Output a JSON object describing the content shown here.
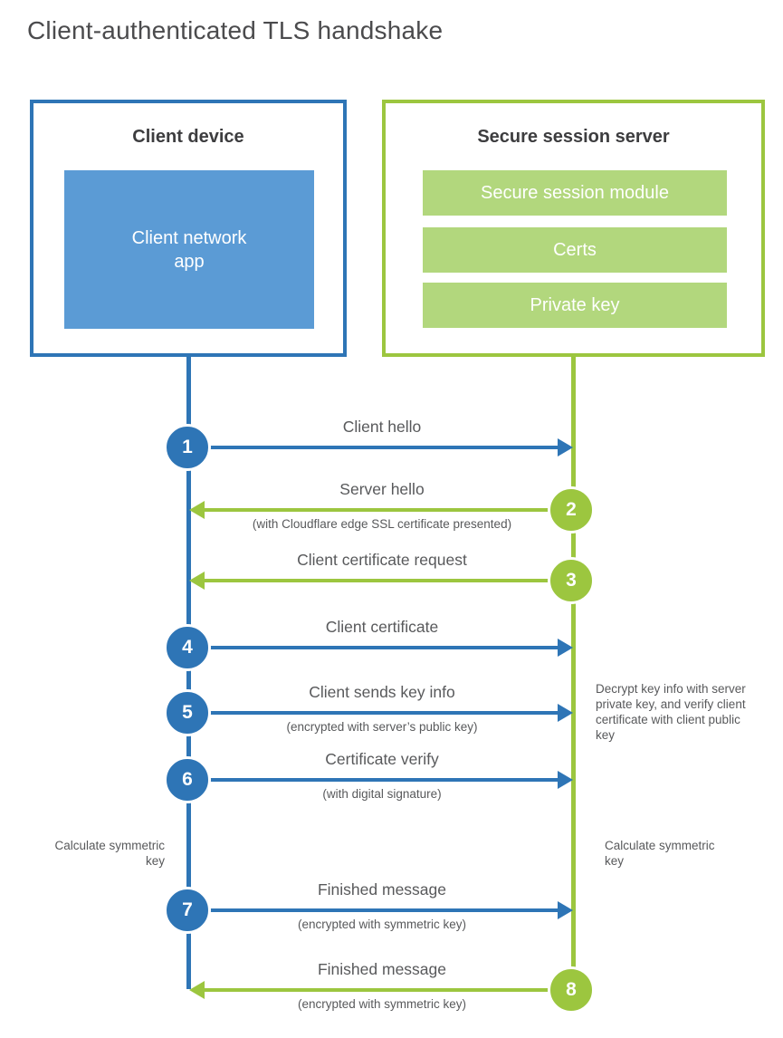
{
  "title": "Client-authenticated TLS handshake",
  "client_box": {
    "title": "Client device",
    "app_label": "Client network app"
  },
  "server_box": {
    "title": "Secure session server",
    "modules": [
      "Secure session module",
      "Certs",
      "Private key"
    ]
  },
  "steps": [
    {
      "num": "1",
      "from": "client",
      "direction": "right",
      "label": "Client hello",
      "sub": ""
    },
    {
      "num": "2",
      "from": "server",
      "direction": "left",
      "label": "Server hello",
      "sub": "(with Cloudflare edge SSL certificate presented)"
    },
    {
      "num": "3",
      "from": "server",
      "direction": "left",
      "label": "Client certificate request",
      "sub": ""
    },
    {
      "num": "4",
      "from": "client",
      "direction": "right",
      "label": "Client certificate",
      "sub": ""
    },
    {
      "num": "5",
      "from": "client",
      "direction": "right",
      "label": "Client sends key info",
      "sub": "(encrypted with server’s public key)"
    },
    {
      "num": "6",
      "from": "client",
      "direction": "right",
      "label": "Certificate verify",
      "sub": "(with digital signature)"
    },
    {
      "num": "7",
      "from": "client",
      "direction": "right",
      "label": "Finished message",
      "sub": "(encrypted with symmetric key)"
    },
    {
      "num": "8",
      "from": "server",
      "direction": "left",
      "label": "Finished message",
      "sub": "(encrypted with symmetric key)"
    }
  ],
  "annotations": {
    "server_note": "Decrypt key info with server private key, and verify client certificate with client public key",
    "client_calc": "Calculate symmetric key",
    "server_calc": "Calculate symmetric key"
  },
  "colors": {
    "blue": "#2E75B6",
    "blue_fill": "#5B9BD5",
    "green": "#9CC63F",
    "green_fill": "#B2D77D",
    "title_text": "#4B4B4D",
    "label_text": "#58595B"
  }
}
